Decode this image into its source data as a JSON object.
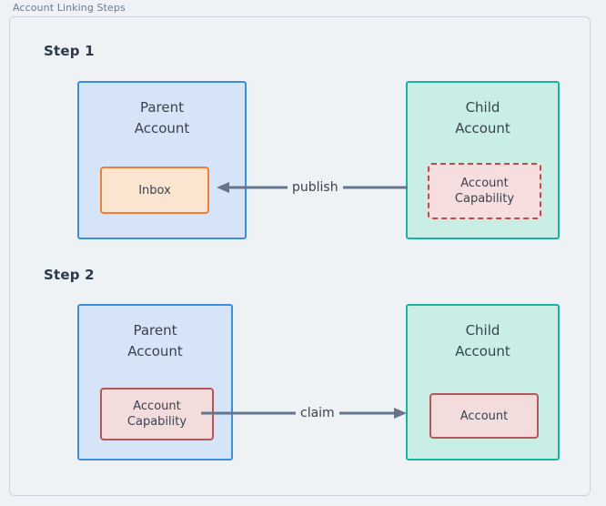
{
  "panel": {
    "title": "Account Linking Steps"
  },
  "steps": [
    {
      "label": "Step 1",
      "parent": {
        "title": "Parent\nAccount",
        "item": "Inbox"
      },
      "child": {
        "title": "Child\nAccount",
        "item": "Account\nCapability"
      },
      "arrow": {
        "label": "publish",
        "direction": "left"
      }
    },
    {
      "label": "Step 2",
      "parent": {
        "title": "Parent\nAccount",
        "item": "Account\nCapability"
      },
      "child": {
        "title": "Child\nAccount",
        "item": "Account"
      },
      "arrow": {
        "label": "claim",
        "direction": "right"
      }
    }
  ],
  "colors": {
    "panel_bg": "#eff2f5",
    "panel_border": "#ccd5de",
    "panel_title": "#6b7c8c",
    "parent_fill": "#d5e4f7",
    "parent_border": "#3e8ede",
    "child_fill": "#c9eee6",
    "child_border": "#1ab3a0",
    "inbox_fill": "#fce5d0",
    "inbox_border": "#e8803a",
    "capability_fill": "#f6dede",
    "capability_border": "#c0494b",
    "account_fill": "#f3dcdc",
    "account_border": "#b5565a",
    "arrow": "#64748b",
    "text": "#39424e",
    "step_text": "#2b3a4a"
  }
}
